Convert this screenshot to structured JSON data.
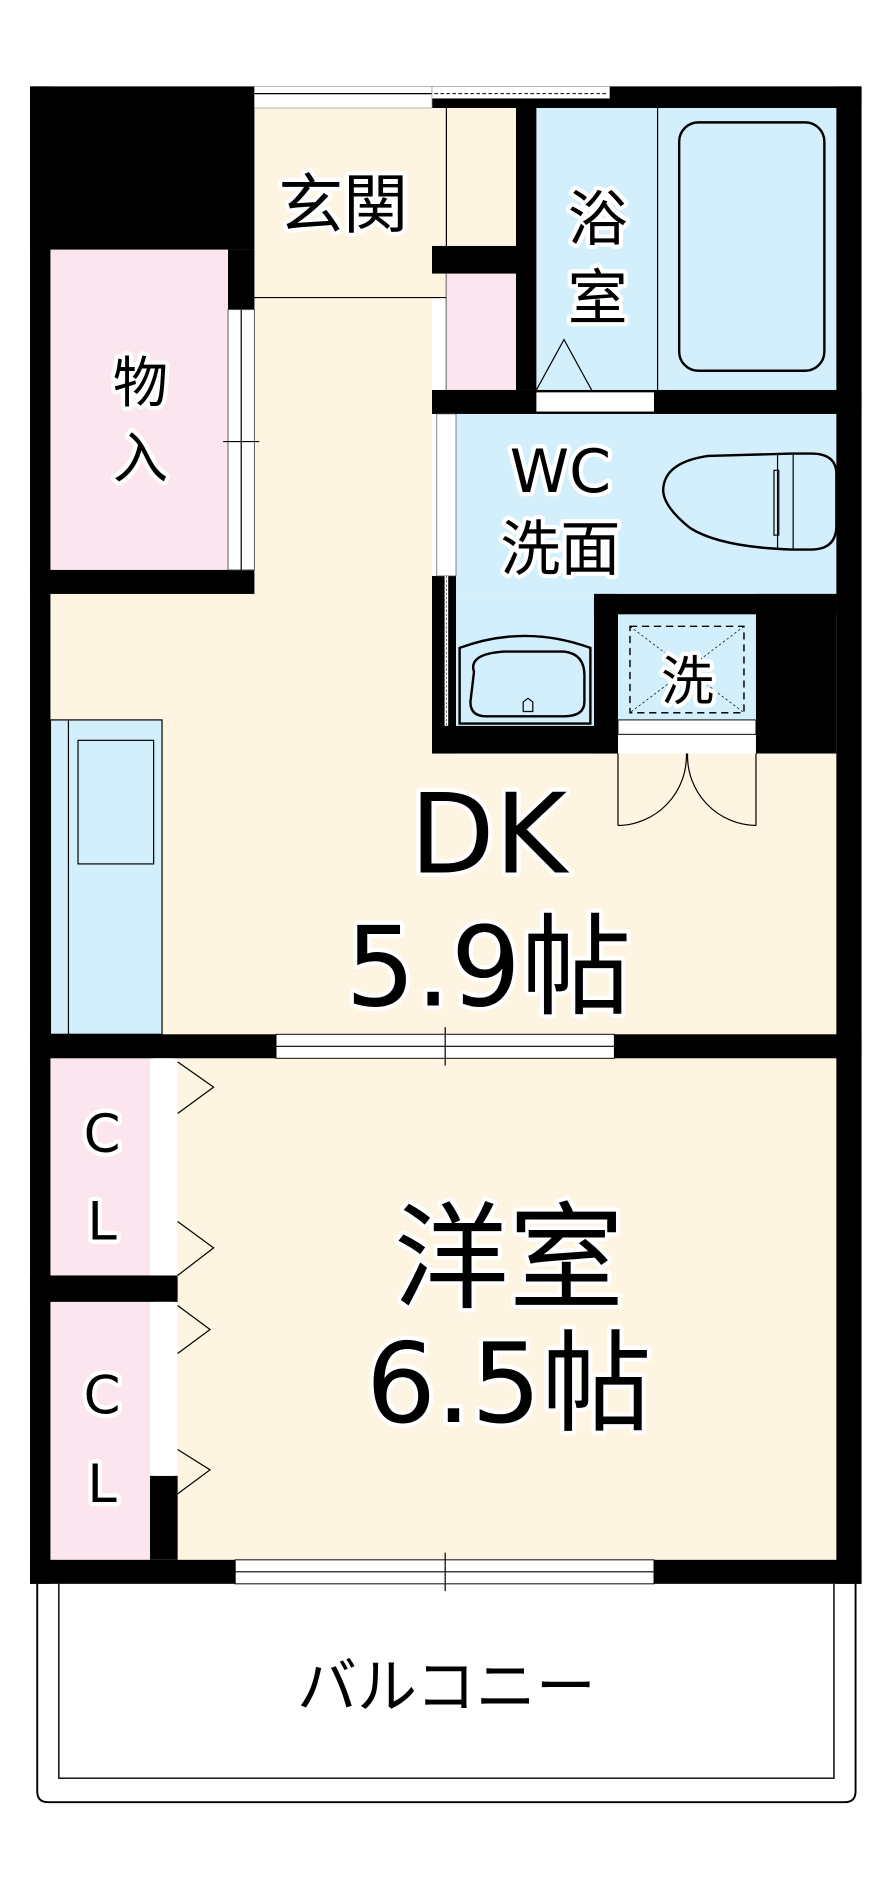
{
  "floor_plan": {
    "colors": {
      "wall": "#000000",
      "living_floor": "#fdf4e2",
      "storage_floor": "#fbe6ef",
      "wet_area_floor": "#d3effb",
      "balcony": "#ffffff"
    },
    "rooms": {
      "entrance": {
        "label": "玄関"
      },
      "storage": {
        "label_line1": "物",
        "label_line2": "入"
      },
      "bathroom": {
        "label_line1": "浴",
        "label_line2": "室"
      },
      "washroom": {
        "label_line1": "WC",
        "label_line2": "洗面"
      },
      "washer_space": {
        "label": "洗"
      },
      "dining_kitchen": {
        "label": "DK",
        "size": "5.9帖"
      },
      "closet_1": {
        "label_line1": "C",
        "label_line2": "L"
      },
      "closet_2": {
        "label_line1": "C",
        "label_line2": "L"
      },
      "western_room": {
        "label": "洋室",
        "size": "6.5帖"
      },
      "balcony": {
        "label": "バルコニー"
      }
    }
  }
}
